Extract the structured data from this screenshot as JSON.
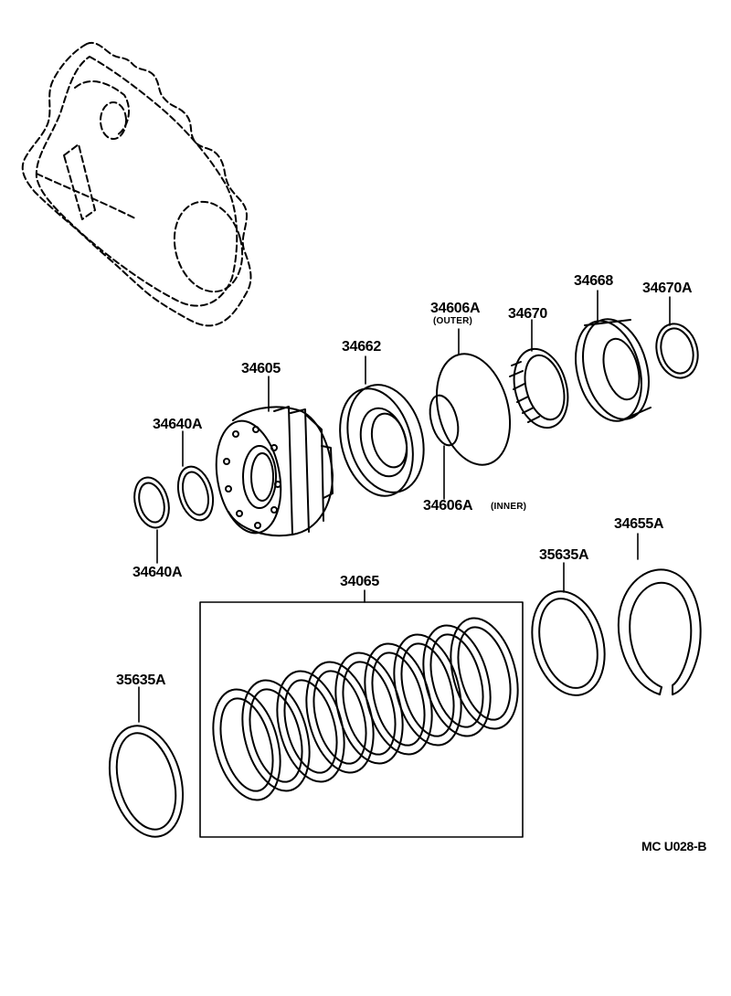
{
  "colors": {
    "ink": "#000000",
    "paper": "#ffffff"
  },
  "labels": {
    "p34605": "34605",
    "p34662": "34662",
    "p34606A_outer": "34606A",
    "outer_note": "(OUTER)",
    "p34670": "34670",
    "p34668": "34668",
    "p34670A": "34670A",
    "p34640A_top": "34640A",
    "p34640A_bottom": "34640A",
    "p34606A_inner": "34606A",
    "inner_note": "(INNER)",
    "p34065": "34065",
    "p35635A_right": "35635A",
    "p34655A": "34655A",
    "p35635A_left": "35635A",
    "code": "MC U028-B"
  }
}
